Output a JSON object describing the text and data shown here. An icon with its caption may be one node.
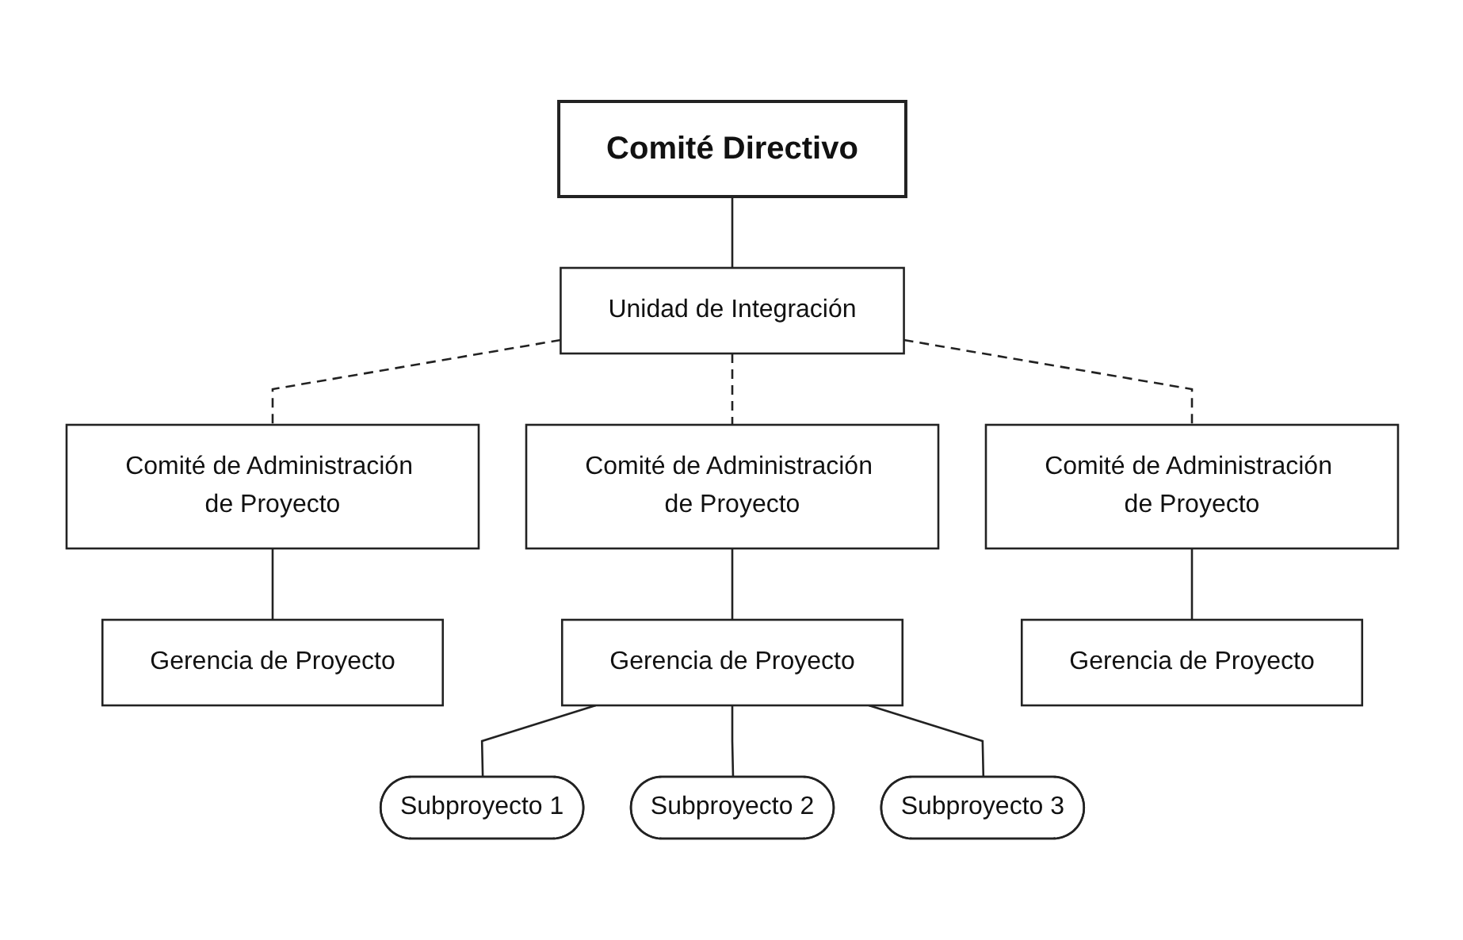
{
  "diagram": {
    "nodes": [
      {
        "text": [
          "Comité Directivo"
        ]
      },
      {
        "text": [
          "Unidad de Integración"
        ]
      },
      {
        "text": [
          "Comité de Administración de Proyecto"
        ]
      },
      {
        "text": [
          "Comité de Administración de Proyecto"
        ]
      },
      {
        "text": [
          "Comité de Administración de Proyecto"
        ]
      },
      {
        "text": [
          "Gerencia de Proyecto"
        ]
      },
      {
        "text": [
          "Gerencia de Proyecto"
        ]
      },
      {
        "text": [
          "Gerencia de Proyecto"
        ]
      },
      {
        "text": [
          "Subproyecto 1"
        ]
      },
      {
        "text": [
          "Subproyecto 2"
        ]
      },
      {
        "text": [
          "Subproyecto 3"
        ]
      }
    ],
    "edges": [
      {
        "from": 0,
        "to": 1,
        "arrow": "none"
      },
      {
        "from": 1,
        "to": 2,
        "arrow": "none",
        "style": "dashed"
      },
      {
        "from": 1,
        "to": 3,
        "arrow": "none",
        "style": "dashed"
      },
      {
        "from": 1,
        "to": 4,
        "arrow": "none",
        "style": "dashed"
      },
      {
        "from": 2,
        "to": 5,
        "arrow": "none"
      },
      {
        "from": 3,
        "to": 6,
        "arrow": "none"
      },
      {
        "from": 4,
        "to": 7,
        "arrow": "none"
      },
      {
        "from": 6,
        "to": 8,
        "arrow": "none"
      },
      {
        "from": 6,
        "to": 9,
        "arrow": "none"
      },
      {
        "from": 6,
        "to": 10,
        "arrow": "none"
      }
    ]
  }
}
